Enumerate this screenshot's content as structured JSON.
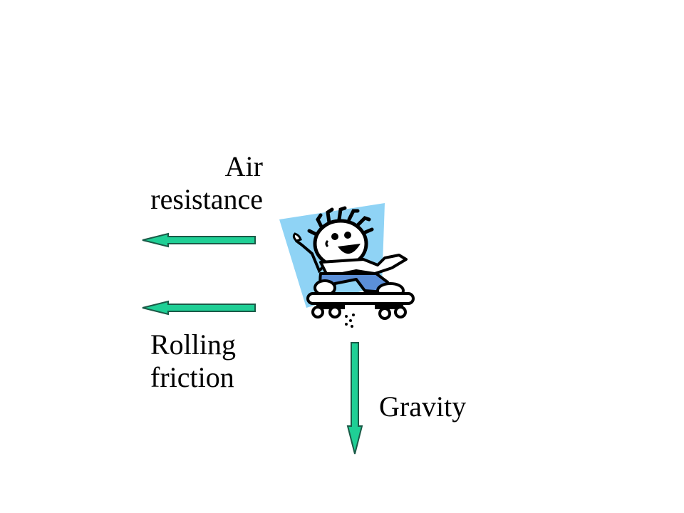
{
  "labels": {
    "air_line1": "Air",
    "air_line2": "resistance",
    "rolling_line1": "Rolling",
    "rolling_line2": "friction",
    "gravity": "Gravity"
  },
  "colors": {
    "arrow_fill": "#1fcf95",
    "arrow_stroke": "#1a5a47",
    "skater_background": "#8fd3f5",
    "jeans": "#5b8fd8"
  },
  "icons": {
    "character": "skateboarding-kid-icon"
  }
}
